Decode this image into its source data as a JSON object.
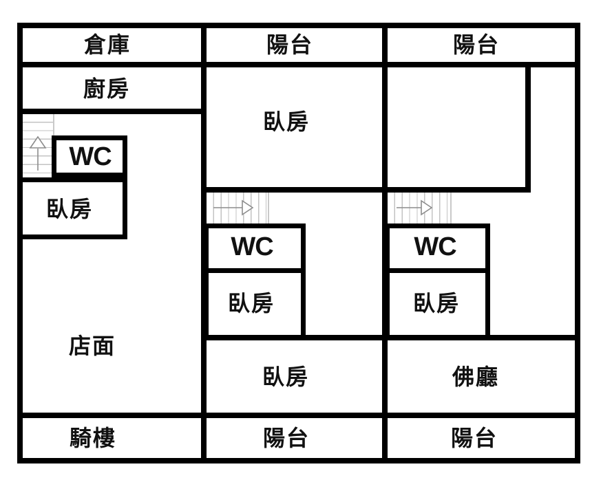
{
  "plan": {
    "type": "residential-floor-plan",
    "units": [
      "left-unit",
      "middle-unit",
      "right-unit"
    ],
    "rooms": {
      "storage": "倉庫",
      "kitchen": "廚房",
      "wc": "WC",
      "bedroom": "臥房",
      "storefront": "店面",
      "arcade": "騎樓",
      "balcony": "陽台",
      "buddha_hall": "佛廳"
    },
    "stairs": [
      {
        "location": "left-unit",
        "direction": "up"
      },
      {
        "location": "middle-unit",
        "direction": "right"
      },
      {
        "location": "right-unit",
        "direction": "right"
      }
    ],
    "colors": {
      "wall": "#000000",
      "background": "#ffffff",
      "stair_tread": "#c3c3c3",
      "stair_arrow": "#8c8c8c",
      "label_text": "#111111"
    }
  }
}
